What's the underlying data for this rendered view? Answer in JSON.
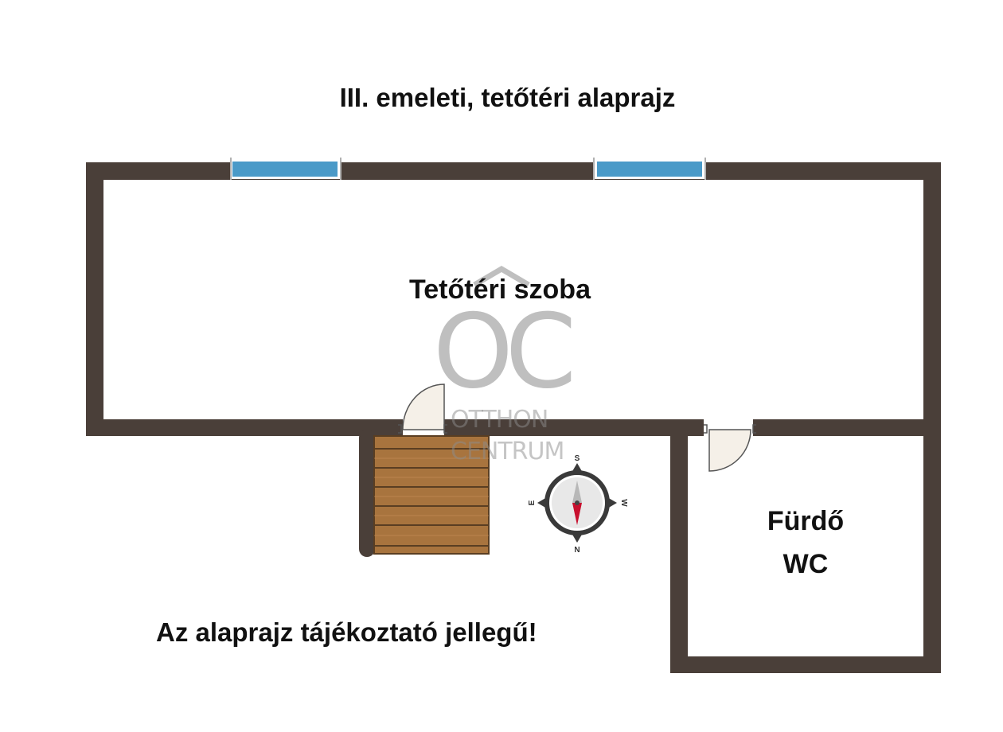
{
  "title": "III. emeleti, tetőtéri alaprajz",
  "rooms": {
    "main": "Tetőtéri szoba",
    "bath_line1": "Fürdő",
    "bath_line2": "WC"
  },
  "disclaimer": "Az alaprajz tájékoztató jellegű!",
  "compass": {
    "north": "N",
    "south": "S",
    "east": "E",
    "west": "W"
  },
  "watermark": {
    "logo": "OC",
    "line1": "OTTHON",
    "line2": "CENTRUM"
  },
  "colors": {
    "wall": "#4a3f39",
    "window": "#4a9ac8",
    "stairs": "#a8743e",
    "stair_line": "#5a3e22",
    "door": "#f5f0e8",
    "compass_arrow": "#c8102e",
    "watermark": "#8c8c8c"
  }
}
